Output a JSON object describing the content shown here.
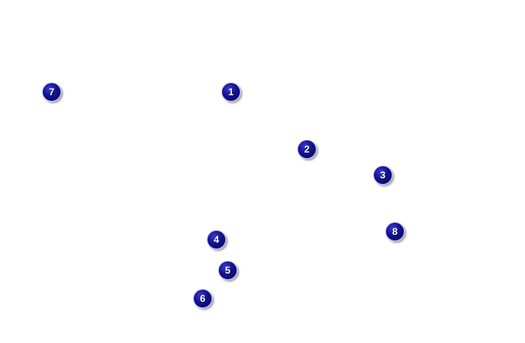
{
  "markers": [
    {
      "label": "1"
    },
    {
      "label": "2"
    },
    {
      "label": "3"
    },
    {
      "label": "4"
    },
    {
      "label": "5"
    },
    {
      "label": "6"
    },
    {
      "label": "7"
    },
    {
      "label": "8"
    }
  ],
  "colors": {
    "background": "#ffffff",
    "marker_fill": "#10108f",
    "marker_label": "#ffffff"
  }
}
